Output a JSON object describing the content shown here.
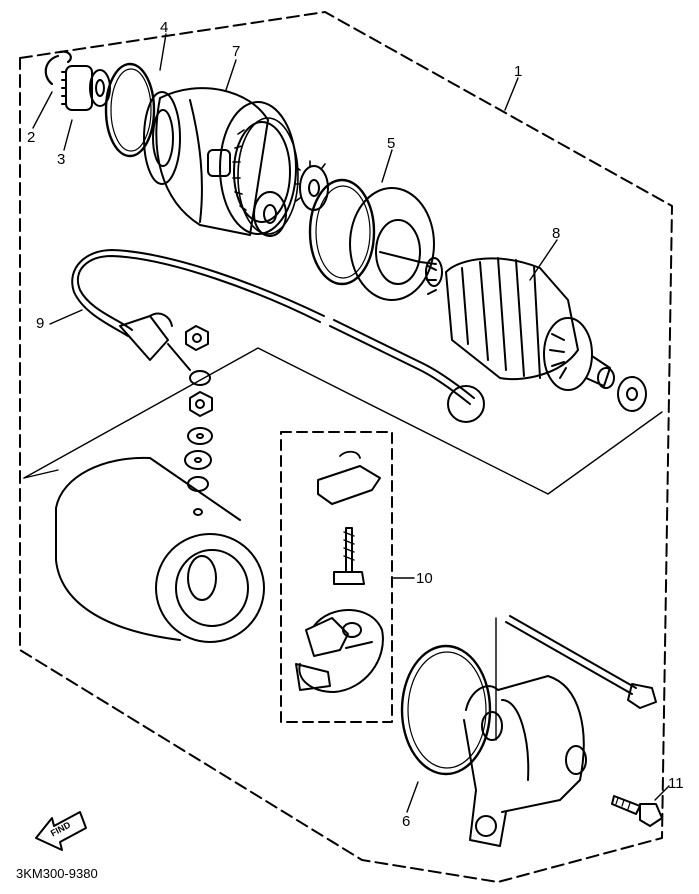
{
  "callouts": {
    "c1": "1",
    "c2": "2",
    "c3": "3",
    "c4": "4",
    "c5": "5",
    "c6": "6",
    "c7": "7",
    "c8": "8",
    "c9": "9",
    "c10": "10",
    "c11": "11"
  },
  "find_marker": "FIND",
  "drawing_code": "3KM300-9380",
  "line_color": "#000000",
  "background_color": "#ffffff"
}
